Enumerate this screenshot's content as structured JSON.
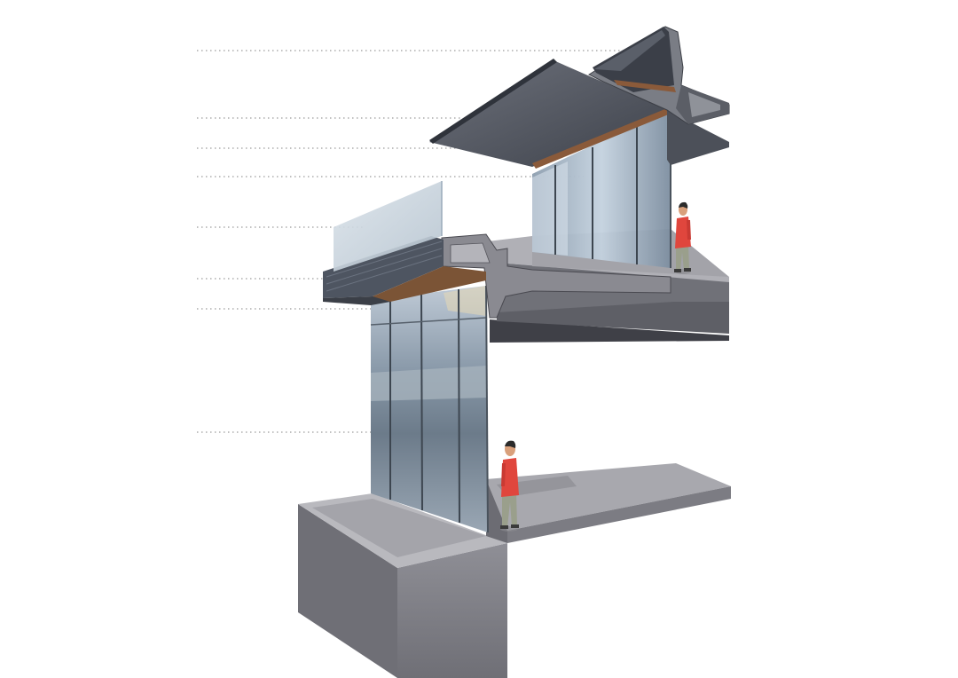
{
  "diagram": {
    "leader_lines": [
      {
        "id": "leader-1",
        "label": ""
      },
      {
        "id": "leader-2",
        "label": ""
      },
      {
        "id": "leader-3",
        "label": ""
      },
      {
        "id": "leader-4",
        "label": ""
      },
      {
        "id": "leader-5",
        "label": ""
      },
      {
        "id": "leader-6",
        "label": ""
      },
      {
        "id": "leader-7",
        "label": ""
      },
      {
        "id": "leader-8",
        "label": ""
      }
    ],
    "figures": [
      {
        "id": "person-upper-floor"
      },
      {
        "id": "person-lower-floor"
      }
    ],
    "colors": {
      "concrete_light": "#a7a7ad",
      "concrete_mid": "#8c8c93",
      "concrete_dark": "#5d5d64",
      "roof_dark": "#4a4e58",
      "glass_light": "#cfdbe6",
      "glass_mid": "#9fb2c4",
      "glass_dark": "#6a7a8a",
      "wood_trim": "#8a5a3a",
      "leader": "#9a9a9a",
      "person_shirt": "#e0463d",
      "person_pants": "#9a9f8c"
    }
  }
}
